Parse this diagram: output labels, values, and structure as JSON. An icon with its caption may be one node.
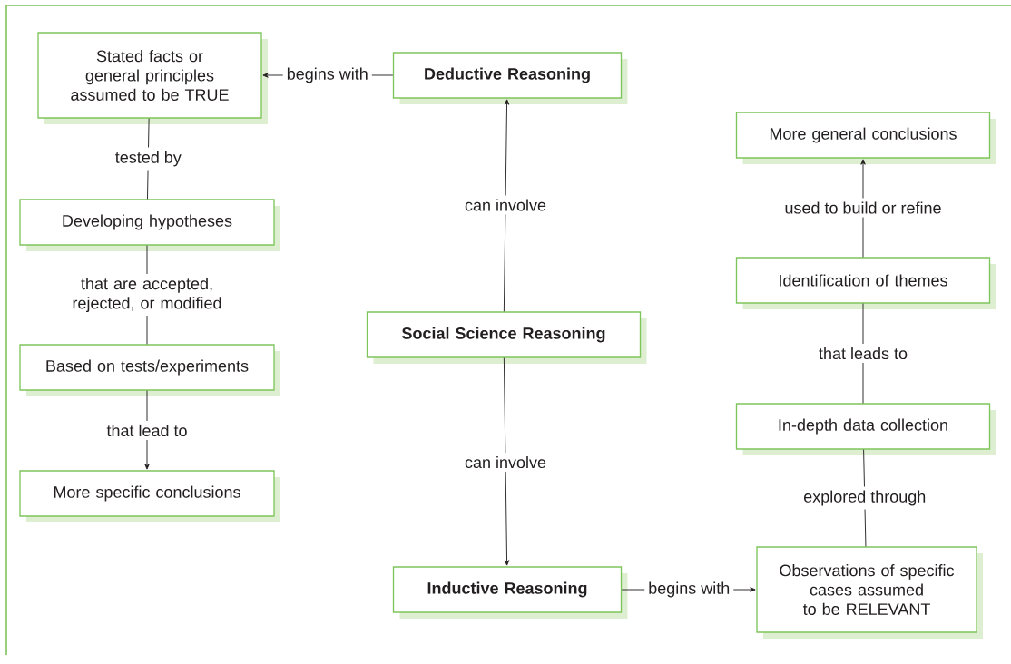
{
  "diagram": {
    "nodes": [
      {
        "text": [
          "Stated facts or general principles assumed to be TRUE"
        ]
      },
      {
        "text": [
          "Deductive Reasoning"
        ]
      },
      {
        "text": [
          "More general conclusions"
        ]
      },
      {
        "text": [
          "Developing hypotheses"
        ]
      },
      {
        "text": [
          "Identification of themes"
        ]
      },
      {
        "text": [
          "Social Science Reasoning"
        ]
      },
      {
        "text": [
          "Based on tests/experiments"
        ]
      },
      {
        "text": [
          "In-depth data collection"
        ]
      },
      {
        "text": [
          "More specific conclusions"
        ]
      },
      {
        "text": [
          "Inductive Reasoning"
        ]
      },
      {
        "text": [
          "Observations of specific cases assumed to be RELEVANT"
        ]
      }
    ],
    "edges": [
      {
        "from": 1,
        "to": 0,
        "arrow": "to",
        "label": "begins with"
      },
      {
        "from": 0,
        "to": 3,
        "arrow": "none",
        "label": "tested by"
      },
      {
        "from": 3,
        "to": 6,
        "arrow": "none",
        "label": "that are accepted, rejected, or modified"
      },
      {
        "from": 6,
        "to": 8,
        "arrow": "to",
        "label": "that lead to"
      },
      {
        "from": 5,
        "to": 1,
        "arrow": "to",
        "label": "can involve"
      },
      {
        "from": 5,
        "to": 9,
        "arrow": "to",
        "label": "can involve"
      },
      {
        "from": 9,
        "to": 10,
        "arrow": "to",
        "label": "begins with"
      },
      {
        "from": 10,
        "to": 7,
        "arrow": "none",
        "label": "explored through"
      },
      {
        "from": 7,
        "to": 4,
        "arrow": "none",
        "label": "that leads to"
      },
      {
        "from": 4,
        "to": 2,
        "arrow": "to",
        "label": "used to build or refine"
      }
    ]
  }
}
